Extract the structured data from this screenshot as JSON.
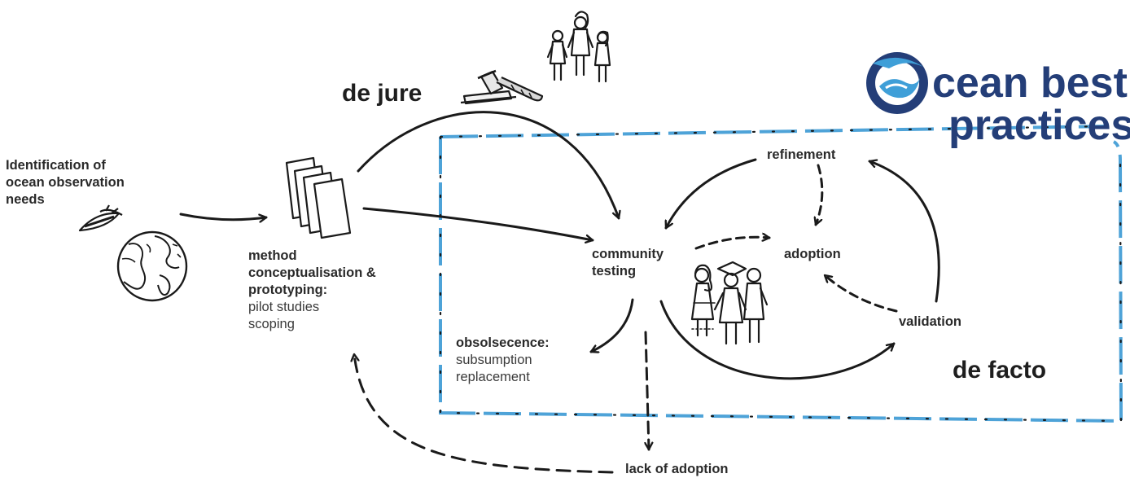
{
  "logo": {
    "line1": "cean best",
    "line2": "practices",
    "color": "#243e78",
    "accent": "#3f9fd8"
  },
  "labels": {
    "identification": [
      "Identification of",
      "ocean observation",
      "needs"
    ],
    "method_bold": [
      "method",
      "conceptualisation &",
      "prototyping:"
    ],
    "method_light": [
      "pilot studies",
      "scoping"
    ],
    "de_jure": "de jure",
    "de_facto": "de facto",
    "refinement": "refinement",
    "community_testing": [
      "community",
      "testing"
    ],
    "adoption": "adoption",
    "validation": "validation",
    "obsolescence_bold": "obsolsecence:",
    "obsolescence_light": [
      "subsumption",
      "replacement"
    ],
    "lack_of_adoption": "lack of adoption"
  },
  "colors": {
    "frame": "#4ea3d8",
    "ink": "#1a1a1a"
  }
}
